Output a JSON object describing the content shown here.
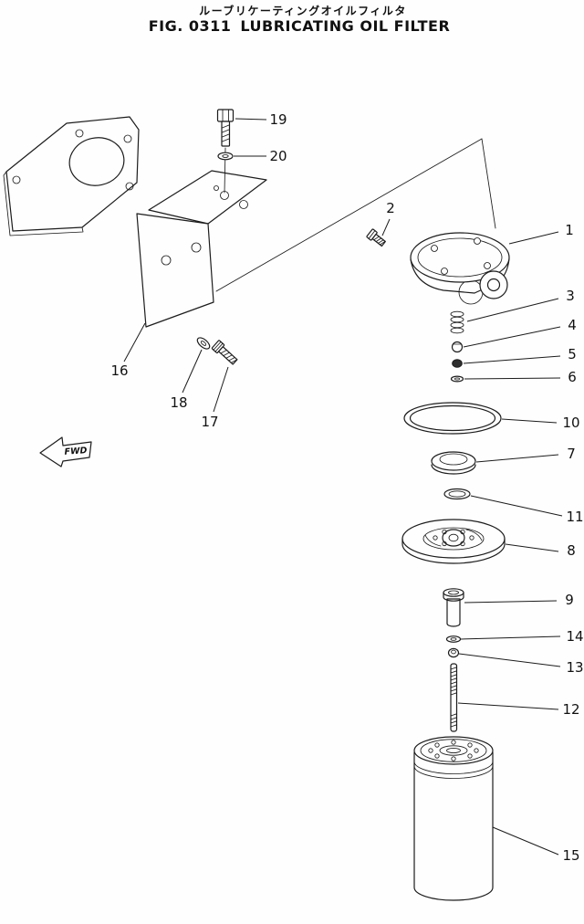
{
  "title": {
    "japanese": "ルーブリケーティングオイルフィルタ",
    "figure": "FIG. 0311",
    "english": "LUBRICATING OIL FILTER"
  },
  "fwd_marker": {
    "label": "FWD"
  },
  "parts": [
    "1",
    "2",
    "3",
    "4",
    "5",
    "6",
    "7",
    "8",
    "9",
    "10",
    "11",
    "12",
    "13",
    "14",
    "15",
    "16",
    "17",
    "18",
    "19",
    "20"
  ]
}
